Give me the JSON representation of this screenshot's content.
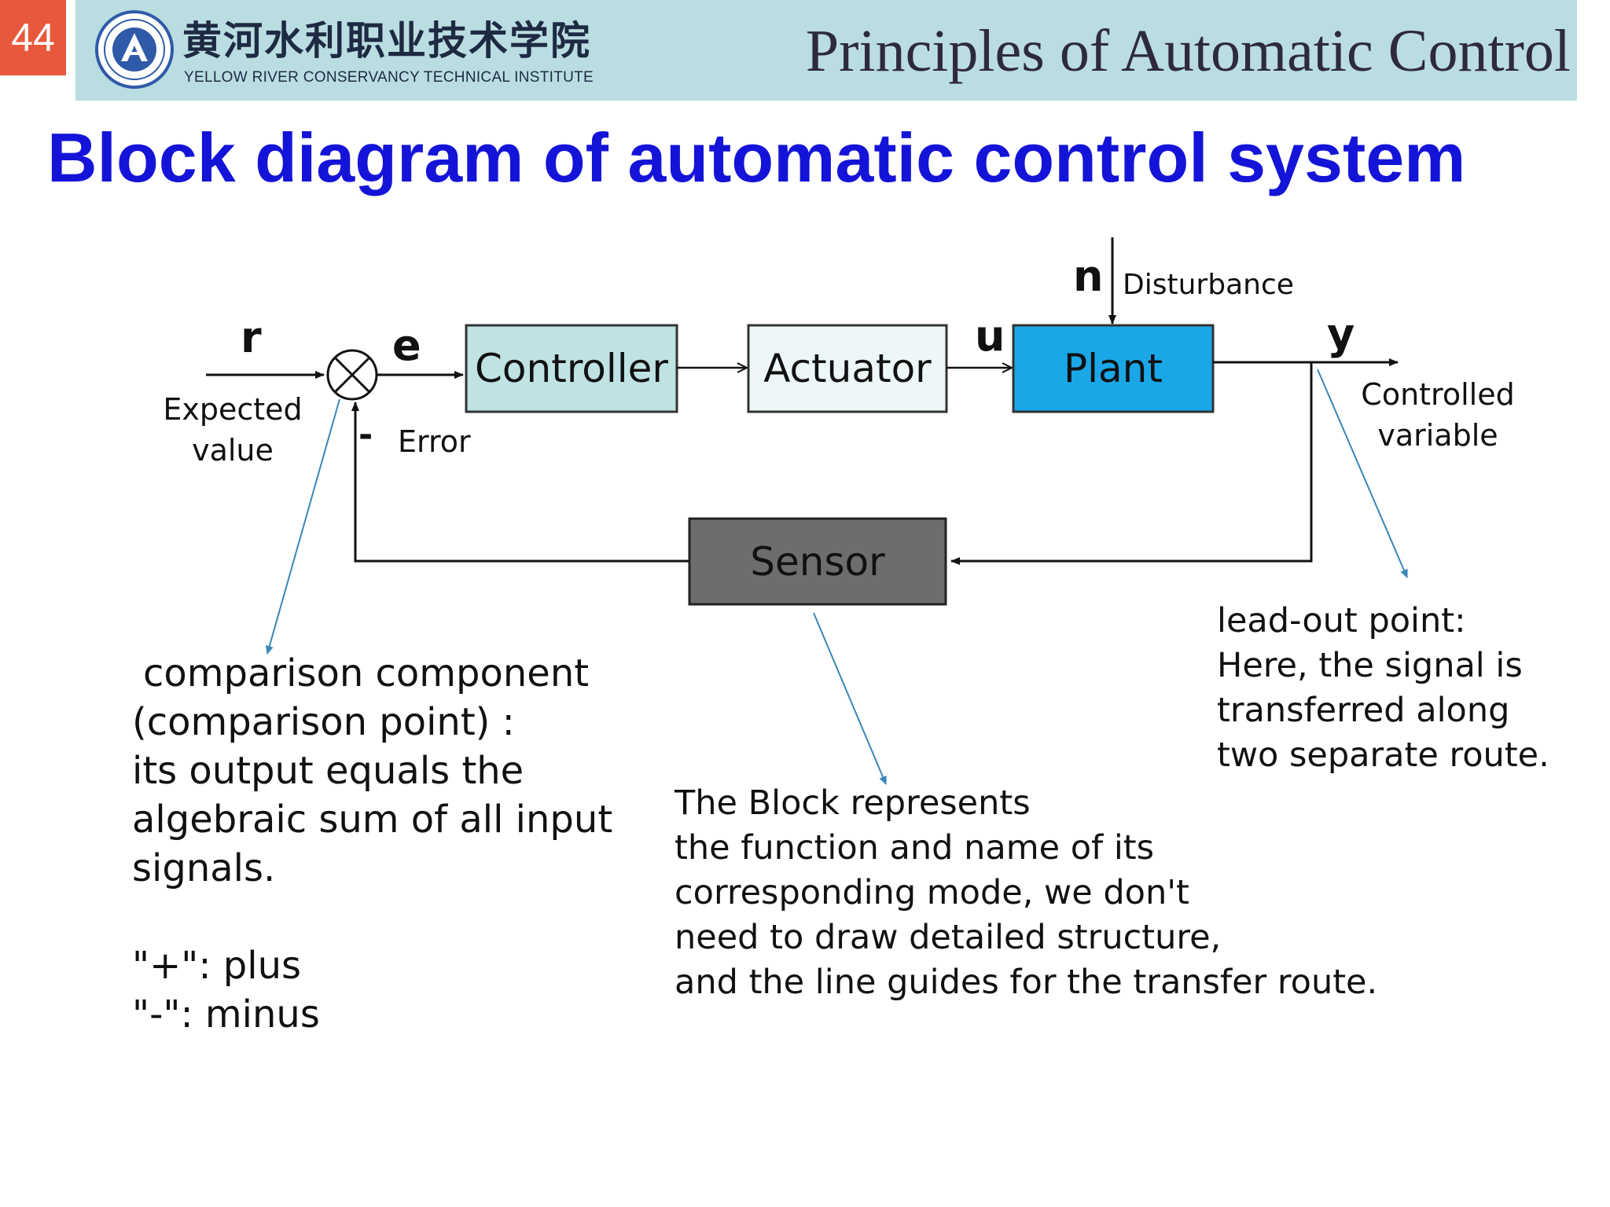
{
  "header": {
    "page_number": "44",
    "school_name_cn": "黄河水利职业技术学院",
    "school_name_en": "YELLOW RIVER CONSERVANCY TECHNICAL INSTITUTE",
    "course_title": "Principles of Automatic Control"
  },
  "slide": {
    "title": "Block diagram of automatic control system"
  },
  "diagram": {
    "signals": {
      "r": "r",
      "e": "e",
      "u": "u",
      "y": "y",
      "n": "n",
      "minus": "-"
    },
    "captions": {
      "expected_1": "Expected",
      "expected_2": "value",
      "error": "Error",
      "disturbance": "Disturbance",
      "controlled_1": "Controlled",
      "controlled_2": "variable"
    },
    "blocks": {
      "controller": "Controller",
      "actuator": "Actuator",
      "plant": "Plant",
      "sensor": "Sensor"
    },
    "colors": {
      "controller_fill": "#bfe3e3",
      "actuator_fill": "#eef7f8",
      "plant_fill": "#1aa7e8",
      "sensor_fill": "#6d6d6d",
      "annotation_arrow": "#3a86b8"
    }
  },
  "notes": {
    "comparison": {
      "lines": [
        "comparison component",
        "(comparison point) :",
        "its output equals the",
        "algebraic sum of all input",
        "signals."
      ],
      "plus": "\"+\": plus",
      "minus": "\"-\": minus"
    },
    "block": {
      "lines": [
        "The Block represents",
        "the function and name of its",
        "corresponding mode, we don't",
        "need to draw detailed structure,",
        "and the line guides for the transfer route."
      ]
    },
    "leadout": {
      "lines": [
        "lead-out point:",
        "Here, the signal is",
        "transferred along",
        "two separate route."
      ]
    }
  }
}
